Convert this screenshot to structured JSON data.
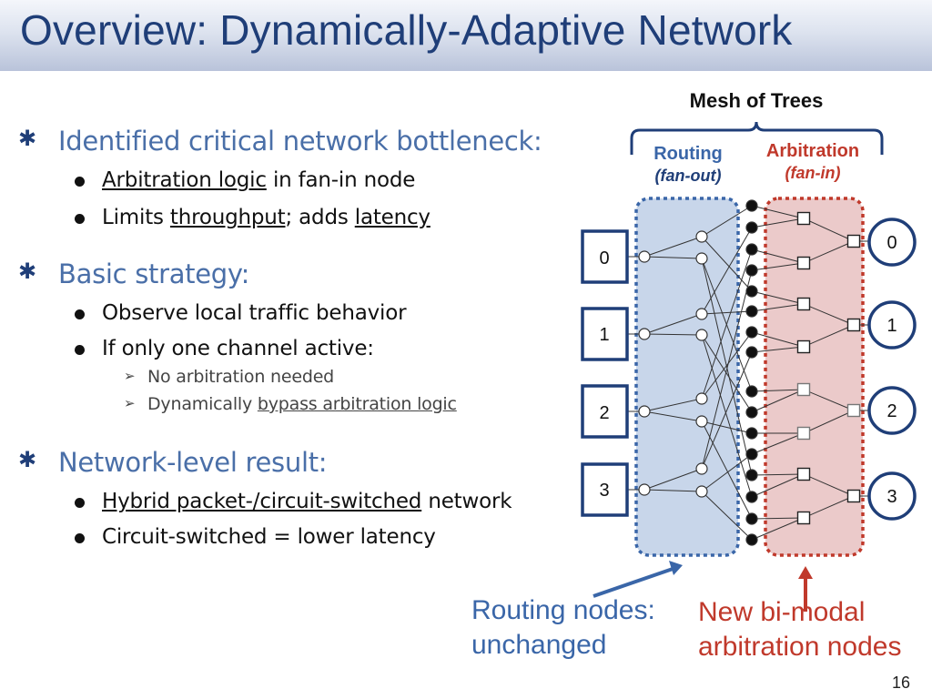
{
  "slide": {
    "title": "Overview: Dynamically-Adaptive Network",
    "page_number": "16"
  },
  "bullets": {
    "b1": {
      "heading": "Identified critical network bottleneck:",
      "item1": {
        "underlined": "Arbitration logic",
        "rest": " in fan-in node"
      },
      "item2": {
        "pre": "Limits ",
        "u1": "throughput",
        "mid": "; adds ",
        "u2": "latency"
      }
    },
    "b2": {
      "heading": "Basic strategy:",
      "item1": "Observe local traffic behavior",
      "item2": "If only one channel active:",
      "sub1": "No arbitration needed",
      "sub2": {
        "pre": "Dynamically ",
        "underlined": "bypass arbitration logic"
      }
    },
    "b3": {
      "heading": "Network-level result:",
      "item1": {
        "underlined": "Hybrid packet-/circuit-switched",
        "rest": " network"
      },
      "item2": "Circuit-switched = lower latency"
    }
  },
  "diagram": {
    "mesh_label": "Mesh of Trees",
    "routing_label": "Routing",
    "routing_sub": "(fan-out)",
    "arbitration_label": "Arbitration",
    "arbitration_sub": "(fan-in)",
    "sources": [
      "0",
      "1",
      "2",
      "3"
    ],
    "destinations": [
      "0",
      "1",
      "2",
      "3"
    ],
    "colors": {
      "routing_fill": "#c8d6ea",
      "routing_border": "#3a66a8",
      "arbitration_fill": "#ebcaca",
      "arbitration_border": "#c0392b",
      "node_border": "#1f3e78"
    }
  },
  "notes": {
    "routing_nodes_line1": "Routing nodes:",
    "routing_nodes_line2": "unchanged",
    "arbitration_nodes_line1": "New bi-modal",
    "arbitration_nodes_line2": "arbitration nodes"
  }
}
